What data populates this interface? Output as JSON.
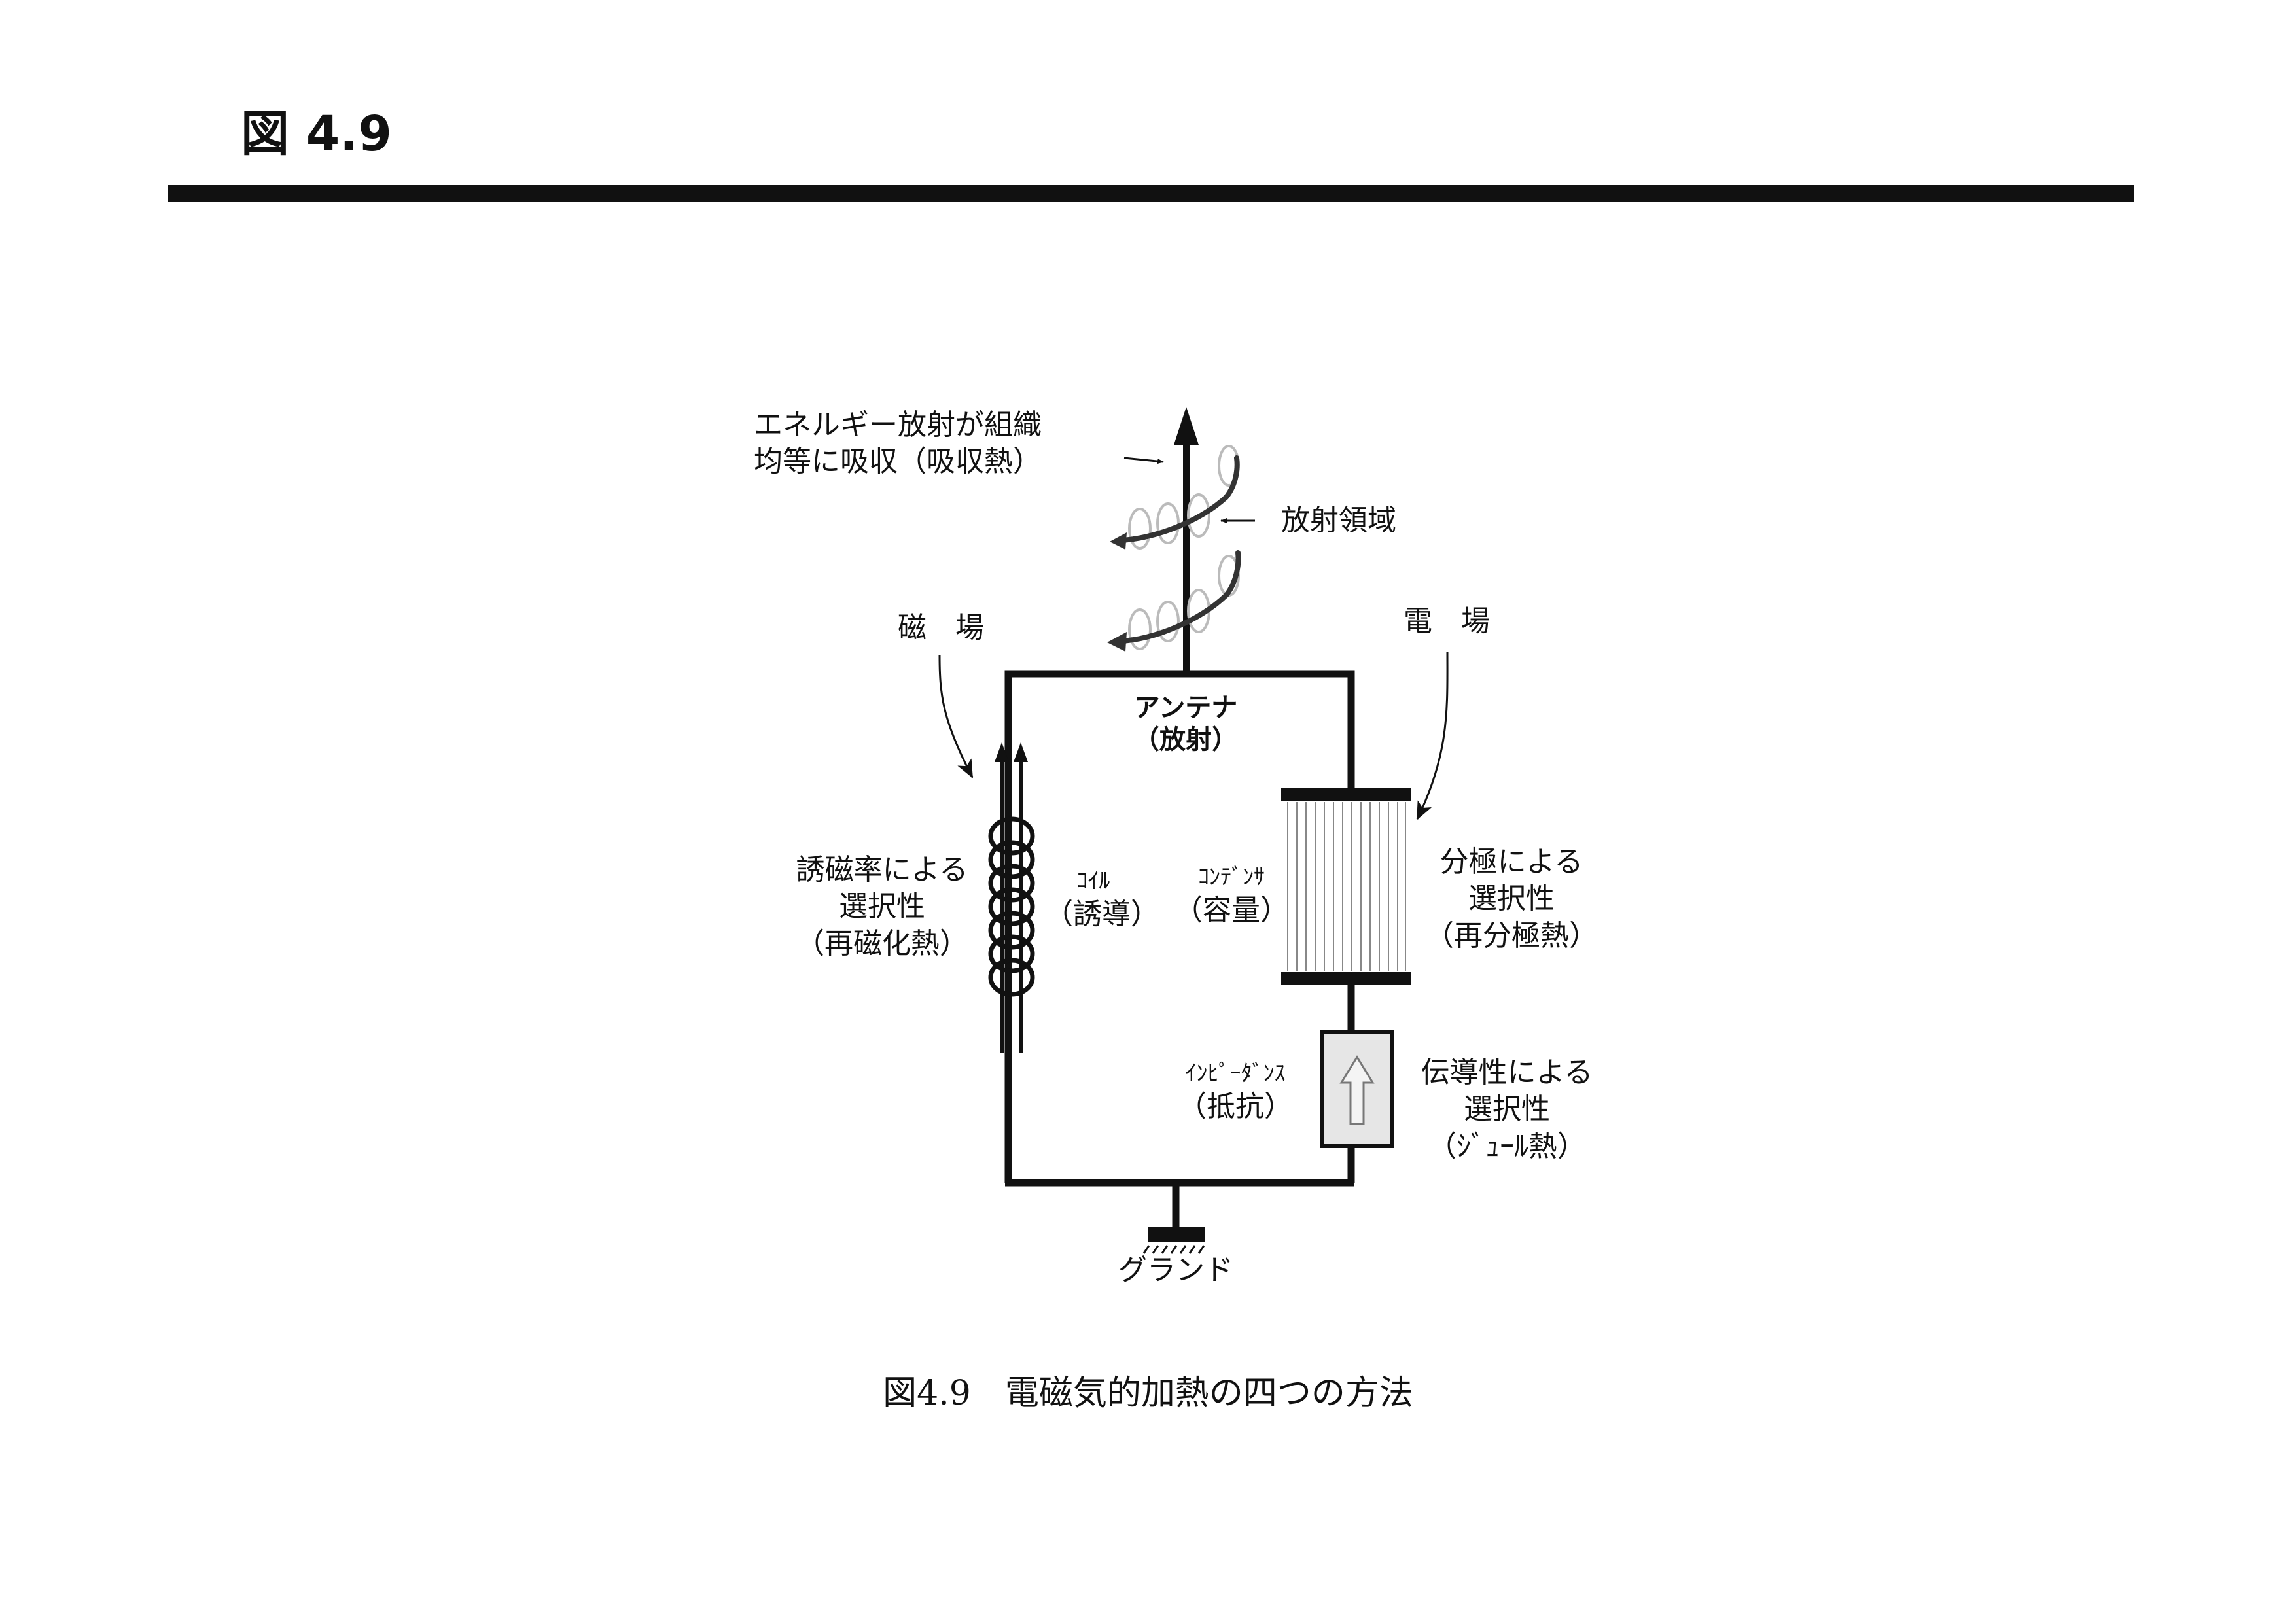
{
  "page": {
    "heading": "図 4.9",
    "caption": "図4.9　電磁気的加熱の四つの方法"
  },
  "diagram": {
    "radiation_note": [
      "エネルギー放射が組織",
      "均等に吸収（吸収熱）"
    ],
    "radiation_region": "放射領域",
    "magnetic_field": "磁　場",
    "electric_field": "電　場",
    "antenna": [
      "アンテナ",
      "（放射）"
    ],
    "coil_label": [
      "ｺｲﾙ",
      "（誘導）"
    ],
    "permeability_note": [
      "誘磁率による",
      "選択性",
      "（再磁化熱）"
    ],
    "capacitor_label": [
      "ｺﾝﾃﾞﾝｻ",
      "（容量）"
    ],
    "polarization_note": [
      "分極による",
      "選択性",
      "（再分極熱）"
    ],
    "impedance_label": [
      "ｲﾝﾋﾟｰﾀﾞﾝｽ",
      "（抵抗）"
    ],
    "conductivity_note": [
      "伝導性による",
      "選択性",
      "（ｼﾞｭｰﾙ熱）"
    ],
    "ground": "グランド"
  }
}
